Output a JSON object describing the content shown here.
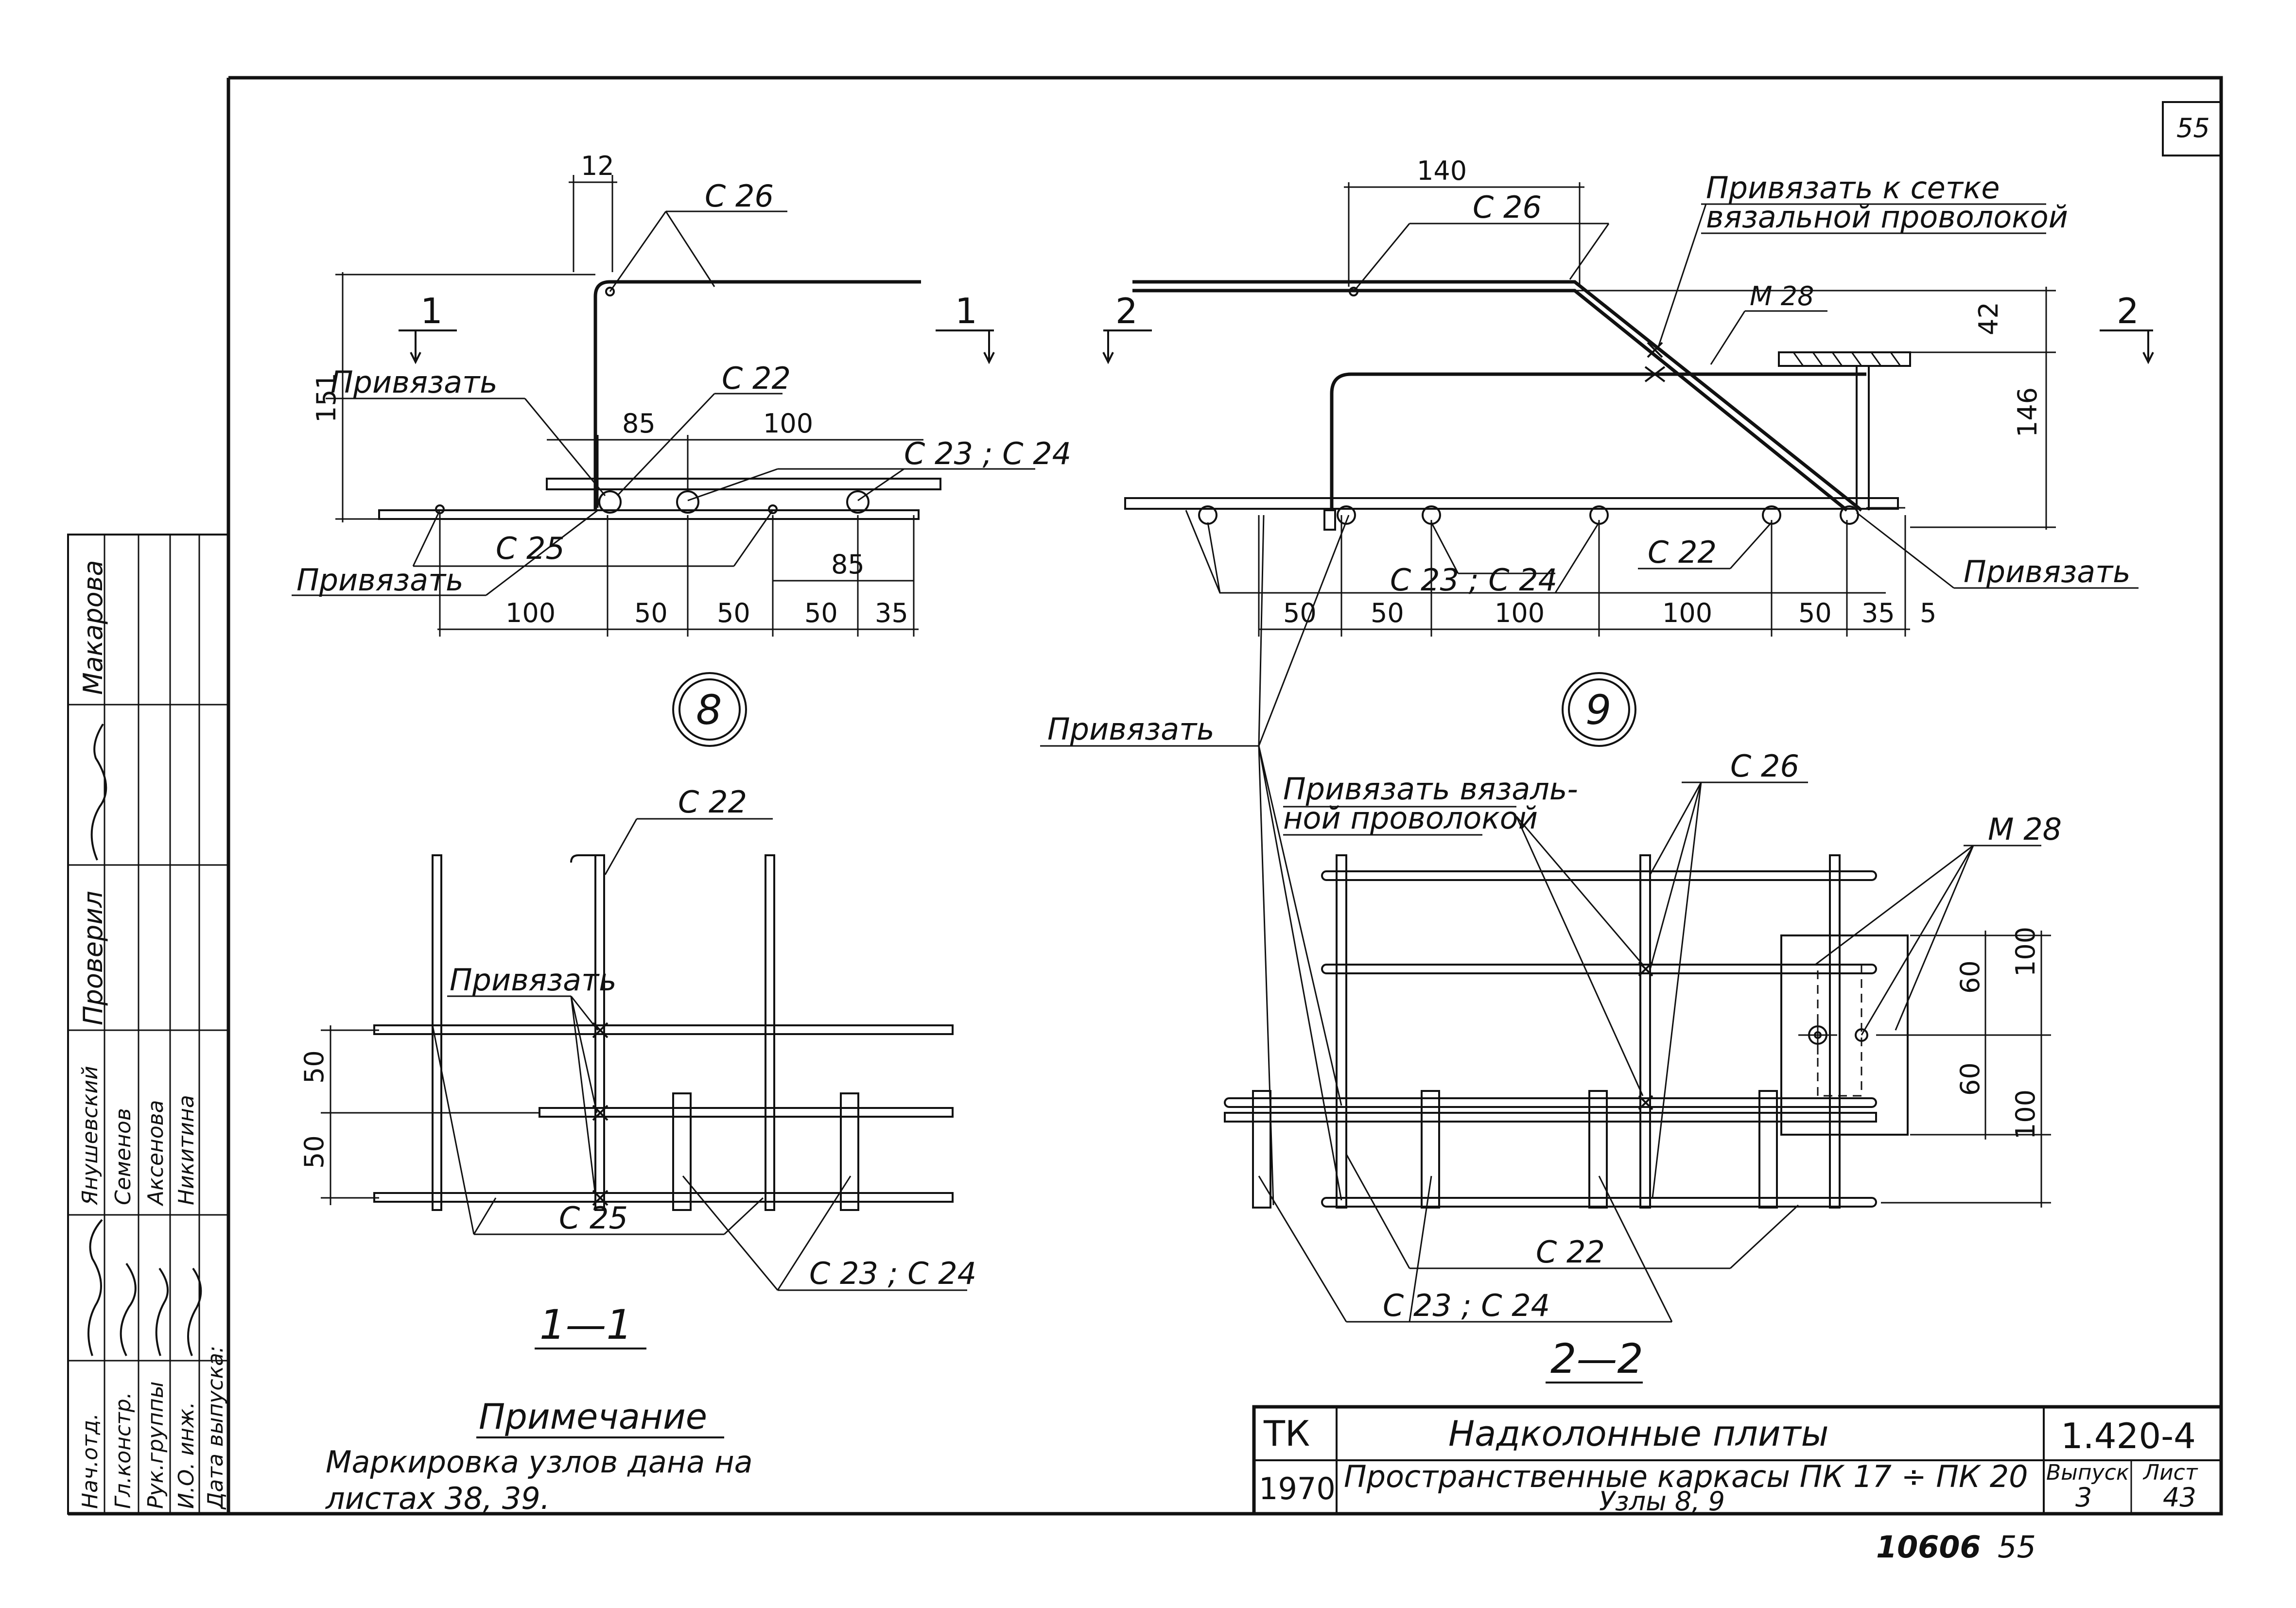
{
  "sheet": {
    "page_corner": "55",
    "bottom_number": "10606",
    "bottom_page": "55"
  },
  "view8": {
    "circle_label": "8",
    "section_mark": "1",
    "labels": {
      "c26": "С 26",
      "c22": "С 22",
      "c2324": "С 23 ; С 24",
      "c25": "С 25",
      "tie_top": "Привязать",
      "tie_bottom": "Привязать"
    },
    "dims": {
      "d12": "12",
      "d151": "151",
      "d85a": "85",
      "d100a": "100",
      "d85b": "85",
      "b100": "100",
      "b50a": "50",
      "b50b": "50",
      "b50c": "50",
      "b35": "35"
    }
  },
  "view9": {
    "circle_label": "9",
    "section_mark": "2",
    "labels": {
      "c26": "С 26",
      "c22": "С 22",
      "c2324": "С 23 ; С 24",
      "m28": "М 28",
      "tie_mesh_1": "Привязать к сетке",
      "tie_mesh_2": "вязальной проволокой",
      "tie_right": "Привязать",
      "tie_left": "Привязать"
    },
    "dims": {
      "d140": "140",
      "d42": "42",
      "d146": "146",
      "b50a": "50",
      "b50b": "50",
      "b100a": "100",
      "b100b": "100",
      "b50c": "50",
      "b35": "35",
      "b5": "5"
    }
  },
  "section11": {
    "title": "1—1",
    "labels": {
      "c22": "С 22",
      "tie": "Привязать",
      "c25": "С 25",
      "c2324": "С 23 ; С 24"
    },
    "dims": {
      "d50a": "50",
      "d50b": "50"
    }
  },
  "section22": {
    "title": "2—2",
    "labels": {
      "tie_wire_1": "Привязать вязаль-",
      "tie_wire_2": "ной проволокой",
      "c26": "С 26",
      "m28": "М 28",
      "c22": "С 22",
      "c2324": "С 23 ; С 24"
    },
    "dims": {
      "d100a": "100",
      "d60a": "60",
      "d60b": "60",
      "d100b": "100"
    }
  },
  "note": {
    "heading": "Примечание",
    "line1": "Маркировка узлов дана на",
    "line2": "листах 38, 39."
  },
  "title_block": {
    "org": "ТК",
    "year": "1970",
    "title1": "Надколонные плиты",
    "title2": "Пространственные каркасы ПК 17 ÷ ПК 20",
    "title3": "Узлы 8, 9",
    "code": "1.420-4",
    "issue_label": "Выпуск",
    "issue": "3",
    "sheet_label": "Лист",
    "sheet": "43"
  },
  "stamp": {
    "roles": [
      "Нач.отд.",
      "Гл.констр.",
      "Рук.группы",
      "И.О. инж.",
      "Дата выпуска:"
    ],
    "names": [
      "Янушевский",
      "Семенов",
      "Аксенова",
      "Никитина"
    ],
    "checked": "Проверил",
    "checker": "Макарова"
  }
}
